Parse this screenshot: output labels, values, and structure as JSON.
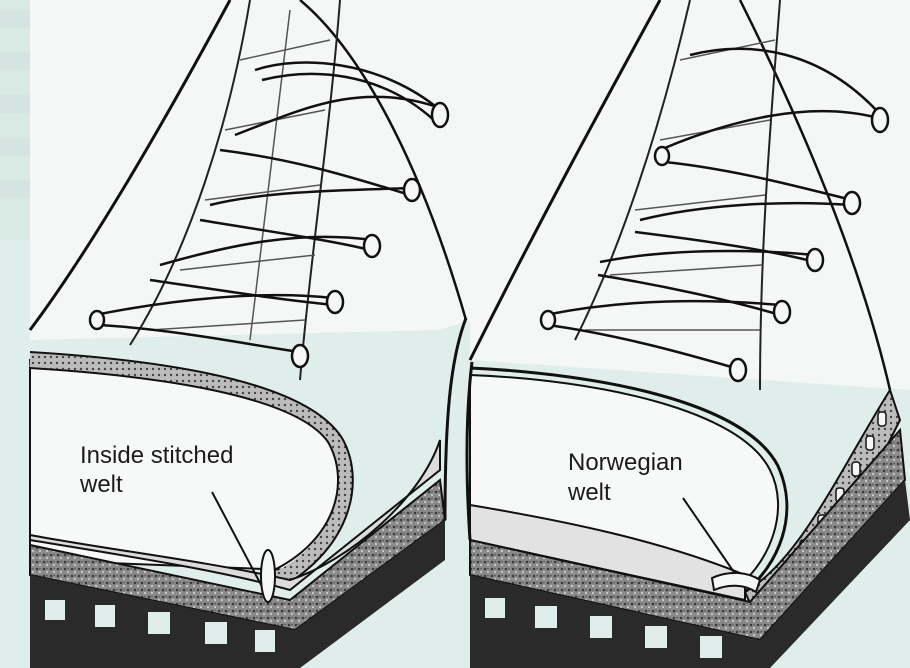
{
  "labels": {
    "left_line1": "Inside stitched",
    "left_line2": "welt",
    "right_line1": "Norwegian",
    "right_line2": "welt"
  }
}
